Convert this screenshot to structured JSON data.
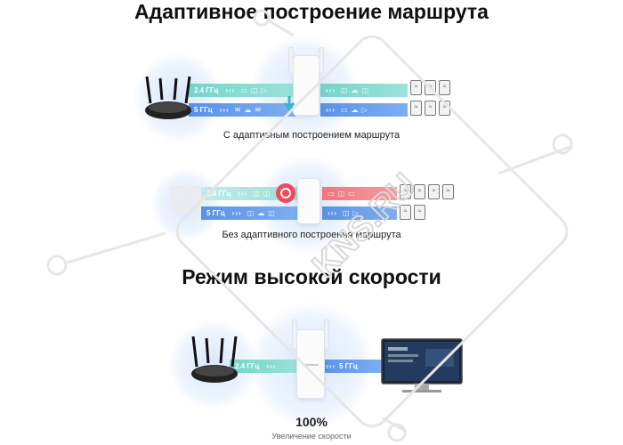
{
  "heading_adaptive": "Адаптивное построение маршрута",
  "caption_with": "С адаптивным построением маршрута",
  "caption_without": "Без адаптивного построения маршрута",
  "heading_speed": "Режим высокой скорости",
  "band_24": "2.4 ГГц",
  "band_5": "5 ГГц",
  "speed_band_24": "2.4 ГГц",
  "speed_band_5": "5 ГГц",
  "speed_value": "100%",
  "speed_label": "Увеличение скорости",
  "watermark_text": "KNS.RU",
  "icons": [
    "router-icon",
    "range-extender-icon",
    "smartphone-icon",
    "monitor-icon",
    "wifi-icon"
  ],
  "colors": {
    "band_24": "#6ed2c8",
    "band_5": "#508ce6",
    "band_blocked": "#f06e78",
    "glow": "#d2e2fa"
  }
}
